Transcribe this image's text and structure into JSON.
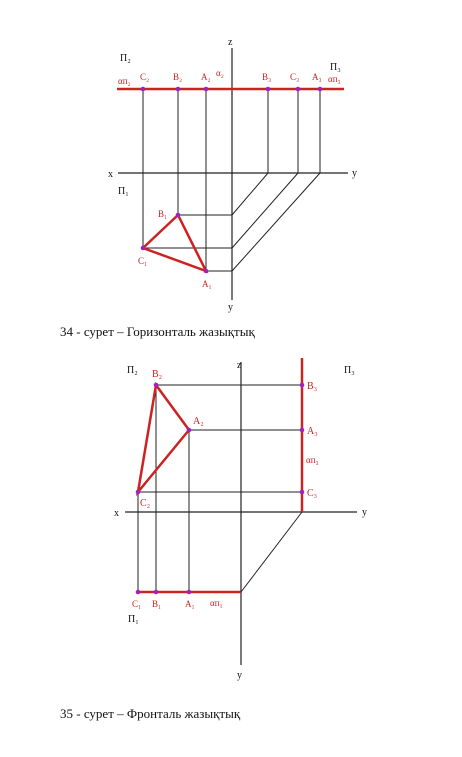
{
  "figure1": {
    "caption": "34 -  сурет –  Горизонталь жазықтық",
    "axes": {
      "x": "x",
      "y_right": "y",
      "y_bottom": "y",
      "z": "z"
    },
    "planes": {
      "p2": "П₂",
      "p3": "П₃",
      "p1": "П₁"
    },
    "trace_labels": {
      "alpha_pi2": "αп₂",
      "alpha_pi3": "αп₃",
      "alpha": "α₂"
    },
    "points_top": [
      "C₂",
      "B₂",
      "A₂",
      "B₃",
      "C₃",
      "A₃"
    ],
    "points_bottom": {
      "b1": "B₁",
      "c1": "C₁",
      "a1": "A₁"
    }
  },
  "figure2": {
    "caption": "35 -  сурет –  Фронталь жазықтық",
    "axes": {
      "x": "x",
      "y_right": "y",
      "y_bottom": "y",
      "z": "z"
    },
    "planes": {
      "p2": "П₂",
      "p3": "П₃",
      "p1": "П₁"
    },
    "trace_labels": {
      "alpha_pi3": "αп₃",
      "alpha_pi1": "αп₁"
    },
    "points_front": {
      "b2": "B₂",
      "a2": "A₂",
      "c2": "C₂"
    },
    "points_side": {
      "b3": "B₃",
      "a3": "A₃",
      "c3": "C₃"
    },
    "points_bottom": [
      "C₁",
      "B₁",
      "A₁"
    ]
  },
  "colors": {
    "line": "#222222",
    "trace": "#cc2222",
    "point": "#a020c0",
    "label": "#cc2222"
  }
}
